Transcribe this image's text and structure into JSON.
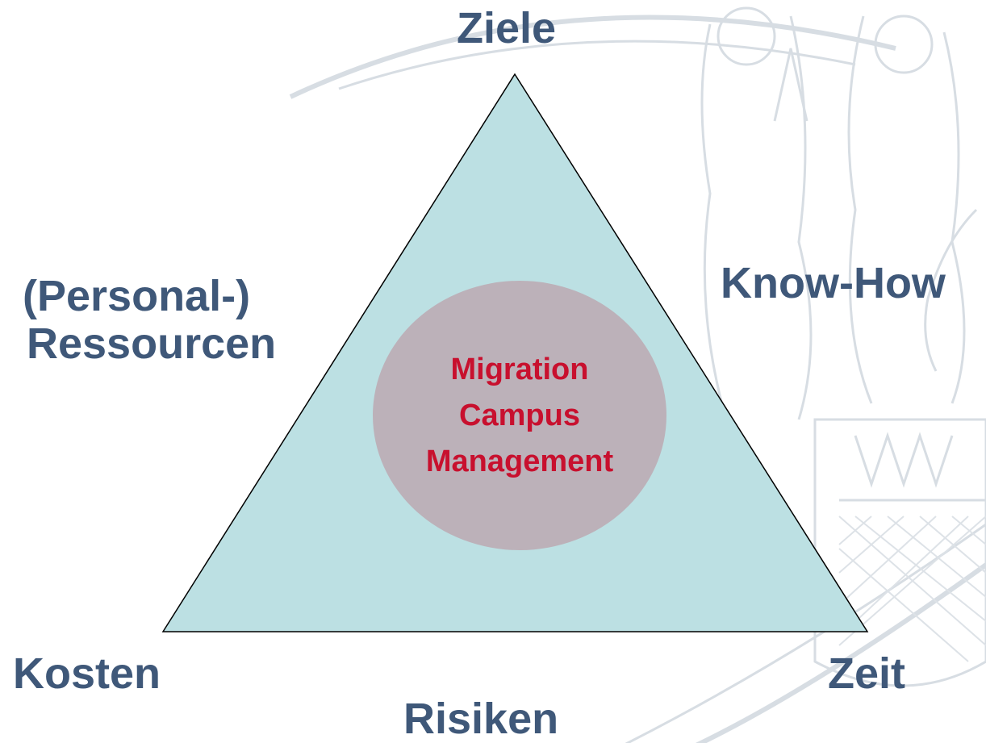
{
  "colors": {
    "label": "#3f5879",
    "center_text": "#c8102e",
    "triangle_fill": "#bce0e3",
    "circle_fill": "#bcb1b9",
    "outline": "#000000",
    "watermark": "#d7dde3"
  },
  "labels": {
    "top": "Ziele",
    "left_1": "(Personal-)",
    "left_2": "Ressourcen",
    "right": "Know-How",
    "bottom_left": "Kosten",
    "bottom_right": "Zeit",
    "bottom": "Risiken"
  },
  "center": {
    "line1": "Migration",
    "line2": "Campus",
    "line3": "Management"
  },
  "watermark_icon": "university-seal-icon"
}
